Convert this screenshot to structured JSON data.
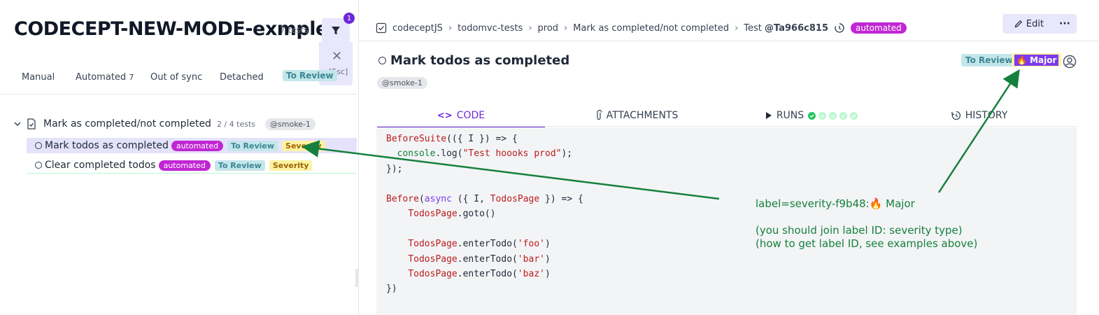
{
  "project": {
    "title": "CODECEPT-NEW-MODE-exmple",
    "count": "7 tests"
  },
  "filter": {
    "badge": "1",
    "close": "✕",
    "esc": "[Esc]"
  },
  "tabs": [
    {
      "label": "Manual"
    },
    {
      "label": "Automated",
      "count": "7"
    },
    {
      "label": "Out of sync"
    },
    {
      "label": "Detached"
    },
    {
      "label": "To Review"
    }
  ],
  "suite": {
    "title": "Mark as completed/not completed",
    "count": "2 / 4 tests",
    "tag": "@smoke-1"
  },
  "tests": [
    {
      "title": "Mark todos as completed",
      "auto": "automated",
      "review": "To Review",
      "severity": "Severity"
    },
    {
      "title": "Clear completed todos",
      "auto": "automated",
      "review": "To Review",
      "severity": "Severity"
    }
  ],
  "breadcrumb": {
    "items": [
      "codeceptJS",
      "todomvc-tests",
      "prod",
      "Mark as completed/not completed"
    ],
    "separator": "›",
    "test_prefix": "Test",
    "test_id": "@Ta966c815",
    "auto": "automated"
  },
  "toolbar": {
    "edit": "Edit",
    "more": "···"
  },
  "detail": {
    "title": "Mark todos as completed",
    "tag": "@smoke-1",
    "review": "To Review",
    "major": "🔥 Major"
  },
  "detail_tabs": [
    {
      "label": "CODE",
      "icon": "code-icon"
    },
    {
      "label": "ATTACHMENTS",
      "icon": "paperclip-icon"
    },
    {
      "label": "RUNS",
      "icon": "play-icon",
      "runs_ok": 1,
      "runs_total": 5
    },
    {
      "label": "HISTORY",
      "icon": "history-icon"
    }
  ],
  "annotation": {
    "line1": "label=severity-f9b48:🔥 Major",
    "line2": "(you should join label ID: severity type)",
    "line3": "(how to get label ID, see examples above)"
  },
  "colors": {
    "accent": "#6d28d9",
    "annotation": "#15803d",
    "automated": "#c026d3"
  }
}
